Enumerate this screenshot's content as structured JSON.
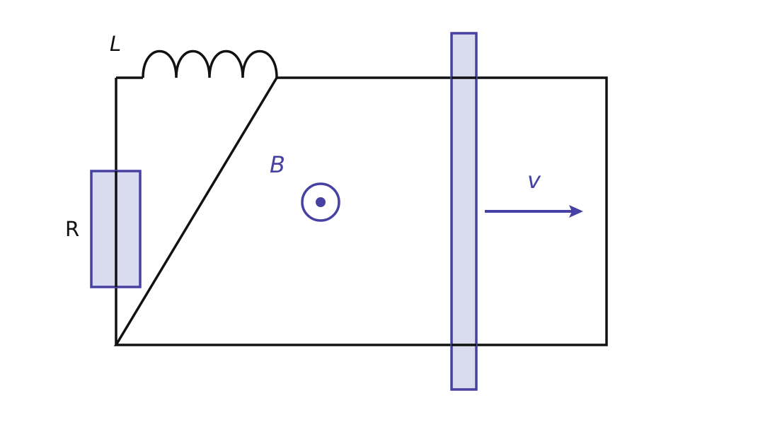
{
  "labels": {
    "inductor": "L",
    "resistor": "R",
    "field": "B",
    "velocity": "v"
  },
  "colors": {
    "wire": "#111111",
    "accent": "#4641a2",
    "fill": "#d9dbef",
    "background": "#ffffff"
  },
  "icons": {
    "field": "field-out-of-page-icon",
    "velocity": "velocity-arrow-icon"
  }
}
